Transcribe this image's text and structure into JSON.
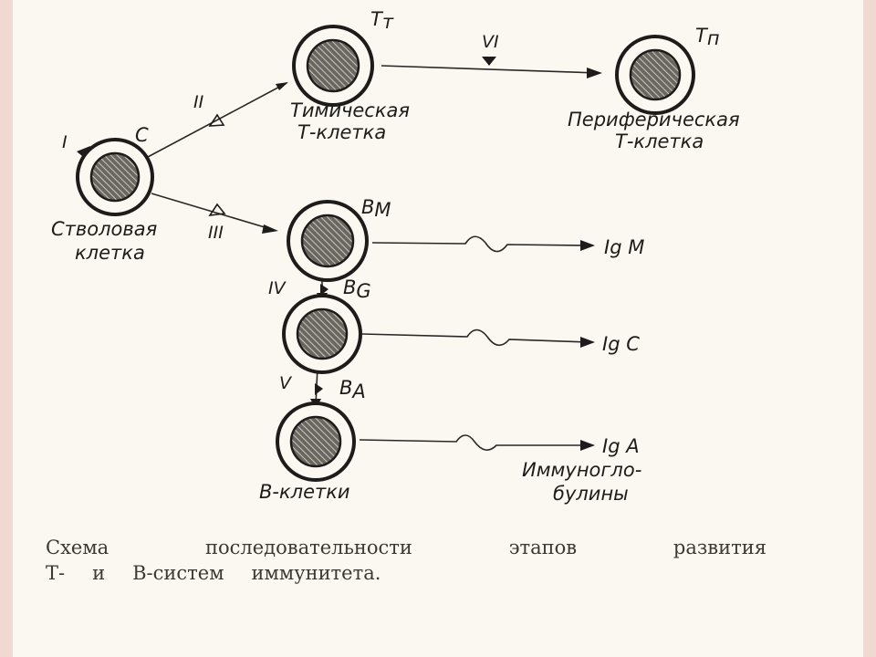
{
  "diagram": {
    "roman": {
      "i": "I",
      "ii": "II",
      "iii": "III",
      "iv": "IV",
      "v": "V",
      "vi": "VI"
    },
    "cells": {
      "stem": {
        "tag": "C",
        "name_line1": "Стволовая",
        "name_line2": "клетка"
      },
      "thymic": {
        "tag_main": "Т",
        "tag_sub": "т",
        "name_line1": "Тимическая",
        "name_line2": "Т-клетка"
      },
      "peripheral": {
        "tag_main": "Т",
        "tag_sub": "п",
        "name_line1": "Периферическая",
        "name_line2": "Т-клетка"
      },
      "bm": {
        "tag_main": "В",
        "tag_sub": "М"
      },
      "bg": {
        "tag_main": "В",
        "tag_sub": "G"
      },
      "ba": {
        "tag_main": "В",
        "tag_sub": "А"
      },
      "b_cells_label": "В-клетки"
    },
    "outputs": {
      "igm": "Ig M",
      "igg": "Ig C",
      "iga": "Ig A",
      "immuno_line1": "Иммуногло-",
      "immuno_line2": "булины"
    }
  },
  "caption": {
    "line1_words": [
      "Схема",
      "последовательности",
      "этапов",
      "развития"
    ],
    "line2_words": [
      "Т-",
      "и",
      "В-систем",
      "иммунитета."
    ]
  }
}
